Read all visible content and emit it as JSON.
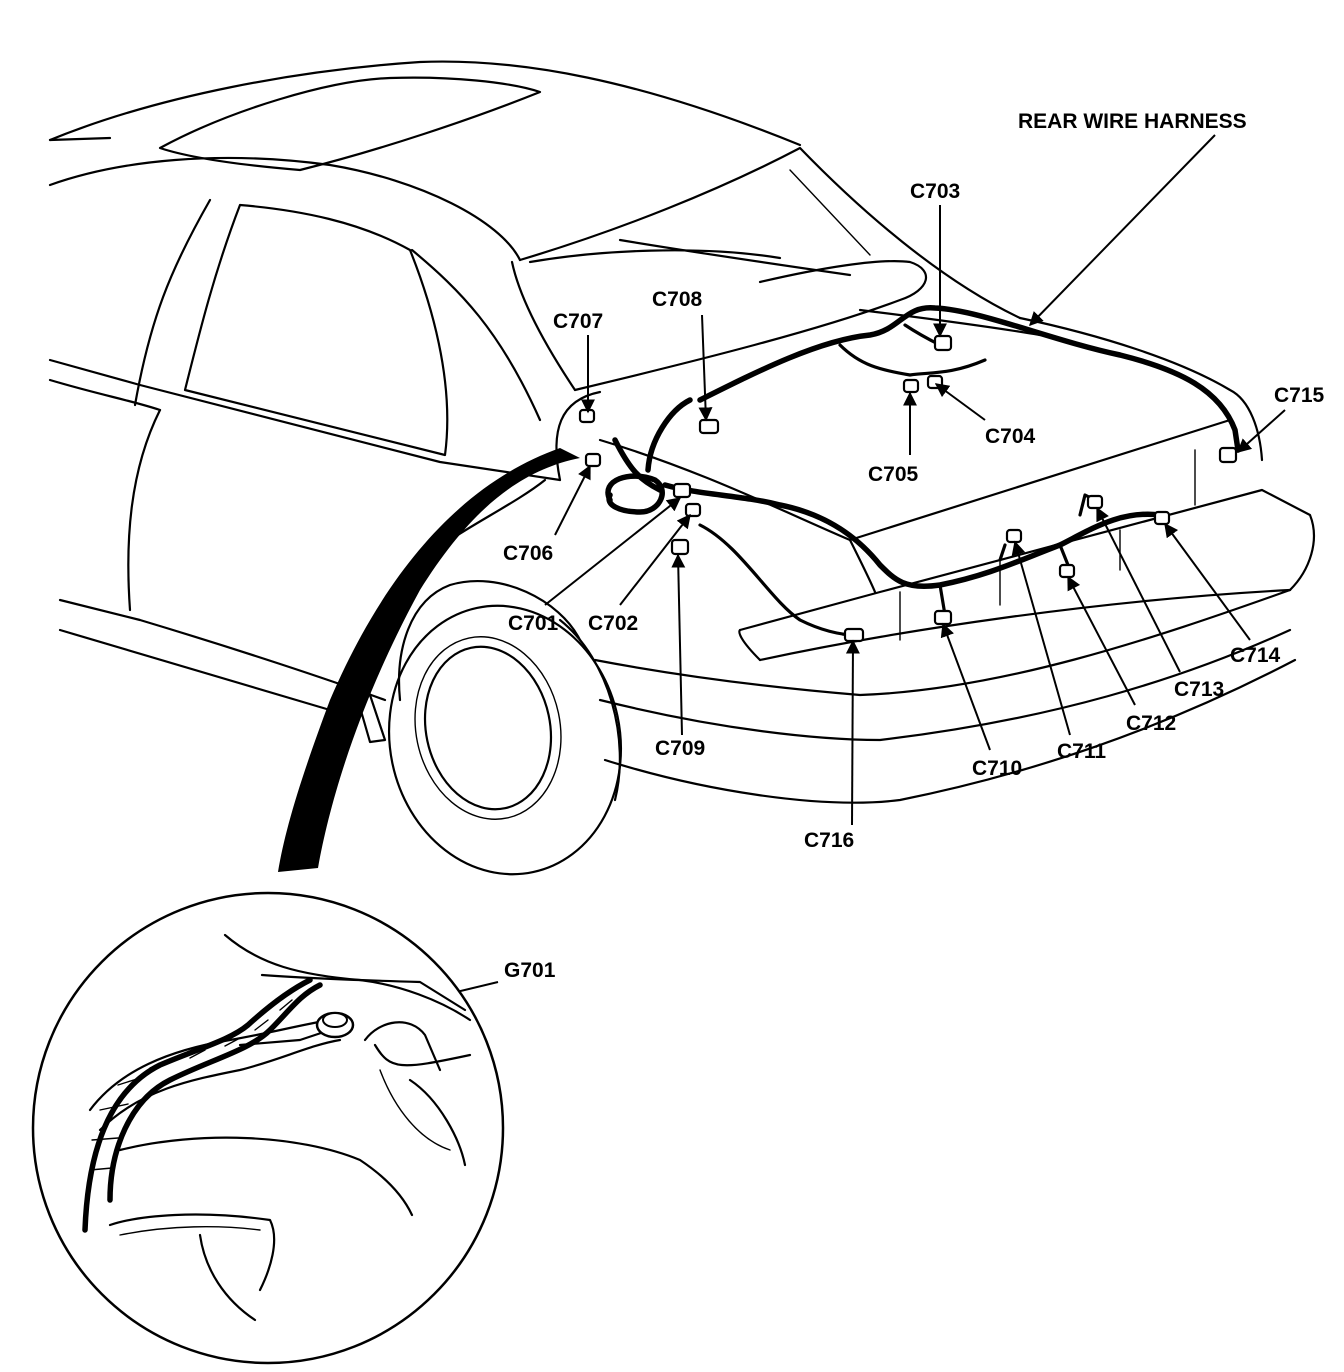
{
  "diagram": {
    "harness_label": "REAR WIRE HARNESS",
    "connectors": {
      "c701": "C701",
      "c702": "C702",
      "c703": "C703",
      "c704": "C704",
      "c705": "C705",
      "c706": "C706",
      "c707": "C707",
      "c708": "C708",
      "c709": "C709",
      "c710": "C710",
      "c711": "C711",
      "c712": "C712",
      "c713": "C713",
      "c714": "C714",
      "c715": "C715",
      "c716": "C716"
    },
    "ground": {
      "g701": "G701"
    }
  }
}
